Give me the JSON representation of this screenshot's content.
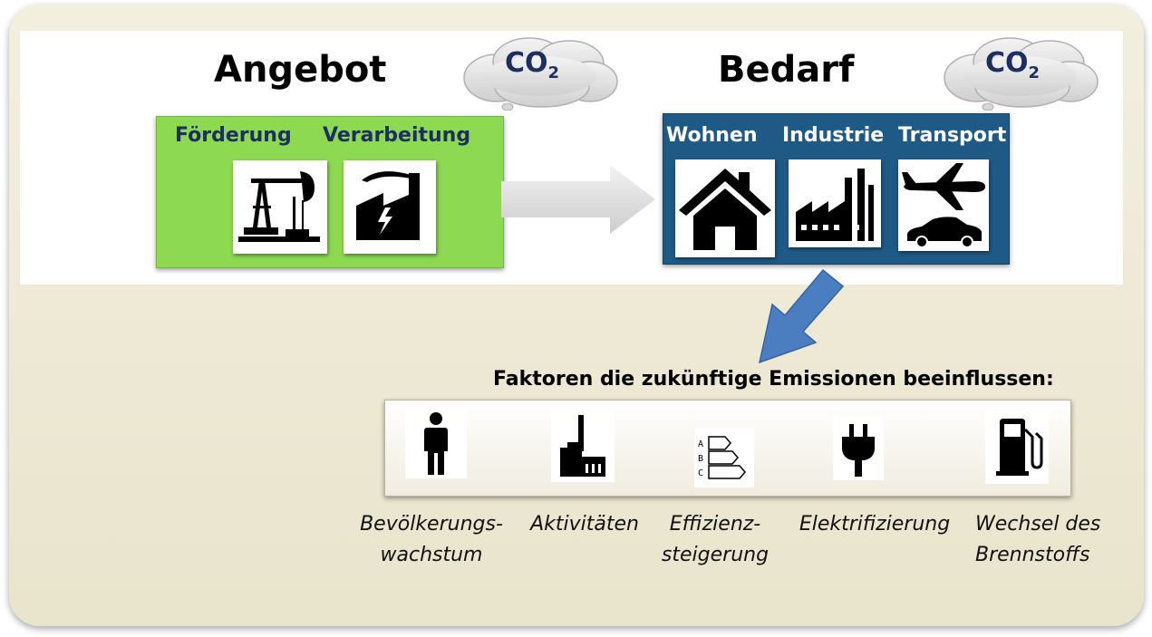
{
  "supply": {
    "title": "Angebot",
    "co2_main": "CO",
    "co2_sub": "2",
    "labels": [
      "Förderung",
      "Verarbeitung"
    ],
    "icons": [
      "oil-pump-icon",
      "power-plant-icon"
    ],
    "box_color": "#8ed952"
  },
  "demand": {
    "title": "Bedarf",
    "co2_main": "CO",
    "co2_sub": "2",
    "labels": [
      "Wohnen",
      "Industrie",
      "Transport"
    ],
    "icons": [
      "house-icon",
      "factory-icon",
      "airplane-car-icon"
    ],
    "box_color": "#1f5a87"
  },
  "factors": {
    "title": "Faktoren die zukünftige Emissionen beeinflussen:",
    "items": [
      {
        "line1": "Bevölkerungs-",
        "line2": "wachstum",
        "icon": "person-icon"
      },
      {
        "line1": "Aktivitäten",
        "line2": "",
        "icon": "industry-chimney-icon"
      },
      {
        "line1": "Effizienz-",
        "line2": "steigerung",
        "icon": "efficiency-label-icon",
        "icon_letters": [
          "A",
          "B",
          "C"
        ]
      },
      {
        "line1": "Elektrifizierung",
        "line2": "",
        "icon": "electric-plug-icon"
      },
      {
        "line1": "Wechsel des",
        "line2": "Brennstoffs",
        "icon": "fuel-pump-icon"
      }
    ]
  },
  "colors": {
    "panel": "#ece7d2",
    "arrow_blue": "#4a7ec1",
    "arrow_grey": "#d9d9d9",
    "label_dark": "#1c2f5e"
  }
}
